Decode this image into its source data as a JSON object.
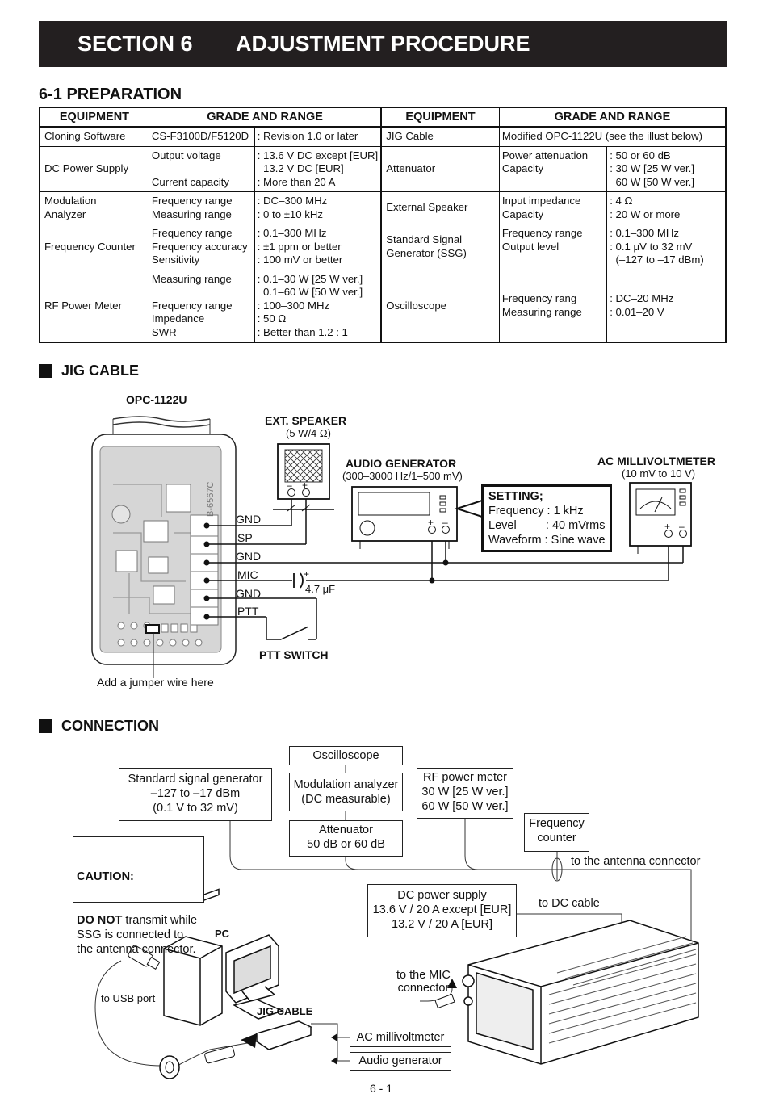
{
  "section": {
    "number": "SECTION 6",
    "title": "ADJUSTMENT PROCEDURE"
  },
  "preparation": {
    "heading": "6-1 PREPARATION",
    "headers": [
      "EQUIPMENT",
      "GRADE AND RANGE",
      "EQUIPMENT",
      "GRADE AND RANGE"
    ],
    "rows": [
      {
        "left": {
          "name": "Cloning Software",
          "params": "CS-F3100D/F5120D",
          "values": ": Revision 1.0 or later"
        },
        "right": {
          "name": "JIG Cable",
          "params": "Modified OPC-1122U (see the illust below)",
          "values": ""
        }
      },
      {
        "left": {
          "name": "DC Power Supply",
          "params": "Output voltage\n\nCurrent capacity",
          "values": ": 13.6 V DC except [EUR]\n  13.2 V DC [EUR]\n: More than 20 A"
        },
        "right": {
          "name": "Attenuator",
          "params": "Power attenuation\nCapacity",
          "values": ": 50 or 60 dB\n: 30 W [25 W ver.]\n  60 W [50 W ver.]"
        }
      },
      {
        "left": {
          "name": "Modulation\nAnalyzer",
          "params": "Frequency range\nMeasuring range",
          "values": ": DC–300 MHz\n: 0 to ±10 kHz"
        },
        "right": {
          "name": "External Speaker",
          "params": "Input impedance\nCapacity",
          "values": ": 4 Ω\n: 20 W or more"
        }
      },
      {
        "left": {
          "name": "Frequency Counter",
          "params": "Frequency range\nFrequency accuracy\nSensitivity",
          "values": ": 0.1–300 MHz\n: ±1 ppm or better\n: 100 mV or better"
        },
        "right": {
          "name": "Standard Signal\nGenerator (SSG)",
          "params": "Frequency range\nOutput level",
          "values": ": 0.1–300 MHz\n: 0.1 μV to 32 mV\n  (–127 to –17 dBm)"
        }
      },
      {
        "left": {
          "name": "RF Power Meter",
          "params": "Measuring range\n\nFrequency range\nImpedance\nSWR",
          "values": ": 0.1–30 W [25 W ver.]\n  0.1–60 W [50 W ver.]\n: 100–300 MHz\n: 50 Ω\n: Better than 1.2 : 1"
        },
        "right": {
          "name": "Oscilloscope",
          "params": "Frequency rang\nMeasuring range",
          "values": ": DC–20 MHz\n: 0.01–20 V"
        }
      }
    ]
  },
  "jig_cable": {
    "heading": "JIG CABLE",
    "cable_model": "OPC-1122U",
    "board_code": "B-6567C",
    "ext_speaker": {
      "title": "EXT. SPEAKER",
      "spec": "(5 W/4 Ω)"
    },
    "audio_generator": {
      "title": "AUDIO GENERATOR",
      "spec": "(300–3000 Hz/1–500 mV)"
    },
    "millivoltmeter": {
      "title": "AC MILLIVOLTMETER",
      "spec": "(10 mV to 10 V)"
    },
    "setting": {
      "title": "SETTING;",
      "lines": [
        "Frequency : 1 kHz",
        "Level         : 40 mVrms",
        "Waveform : Sine wave"
      ]
    },
    "pins": [
      "GND",
      "SP",
      "GND",
      "MIC",
      "GND",
      "PTT"
    ],
    "capacitor": "4.7 μF",
    "ptt_switch": "PTT SWITCH",
    "jumper_note": "Add a jumper wire here",
    "plus": "+",
    "minus": "–"
  },
  "connection": {
    "heading": "CONNECTION",
    "oscilloscope": "Oscilloscope",
    "mod_analyzer": "Modulation analyzer\n(DC measurable)",
    "attenuator": "Attenuator\n50 dB or 60 dB",
    "ssg": "Standard signal generator\n–127 to –17 dBm\n(0.1 V to 32 mV)",
    "rf_meter": "RF power meter\n30 W [25 W ver.]\n60 W [50 W ver.]",
    "freq_counter": "Frequency\ncounter",
    "caution_title": "CAUTION:",
    "caution_bold": "DO NOT",
    "caution_text": " transmit while\nSSG is connected to\nthe antenna connector.",
    "antenna": "to the antenna connector",
    "dc_supply": "DC power supply\n13.6 V / 20 A except [EUR]\n13.2 V / 20 A [EUR]",
    "to_dc": "to DC cable",
    "pc": "PC",
    "usb": "to USB port",
    "mic_conn": "to the MIC\nconnector",
    "jig": "JIG CABLE",
    "ac_mv": "AC millivoltmeter",
    "audio_gen": "Audio generator"
  },
  "page_number": "6 - 1"
}
